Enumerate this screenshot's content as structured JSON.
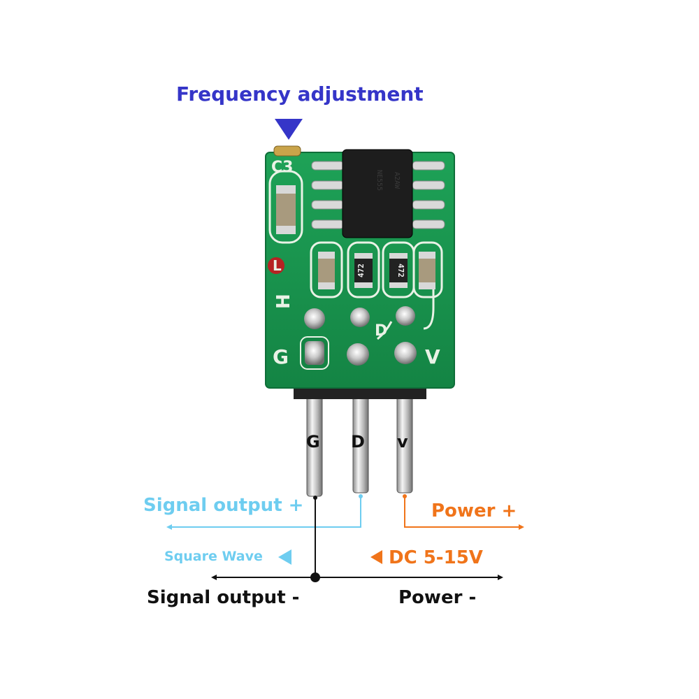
{
  "labels": {
    "frequency": "Frequency adjustment",
    "pin_g": "G",
    "pin_d": "D",
    "pin_v": "v",
    "signal_plus": "Signal output +",
    "square_wave": "Square Wave",
    "power_plus": "Power +",
    "dc_range": "DC 5-15V",
    "signal_minus": "Signal output -",
    "power_minus": "Power -"
  },
  "board": {
    "silkscreen_c3": "C3",
    "silkscreen_h": "H",
    "silkscreen_l": "L",
    "silkscreen_g": "G",
    "silkscreen_v": "V",
    "silkscreen_d": "D",
    "chip_line1": "NE555",
    "chip_line2": "A2AW",
    "resistor_left": "472",
    "resistor_right": "472"
  },
  "colors": {
    "frequency": "#3535c8",
    "signal": "#6ecdf0",
    "power": "#f0741a",
    "ground": "#111111",
    "pcb": "#19944f"
  },
  "icons": {
    "frequency_marker": "triangle-down-icon",
    "square_wave_marker": "triangle-left-icon",
    "dc_marker": "triangle-left-icon"
  }
}
